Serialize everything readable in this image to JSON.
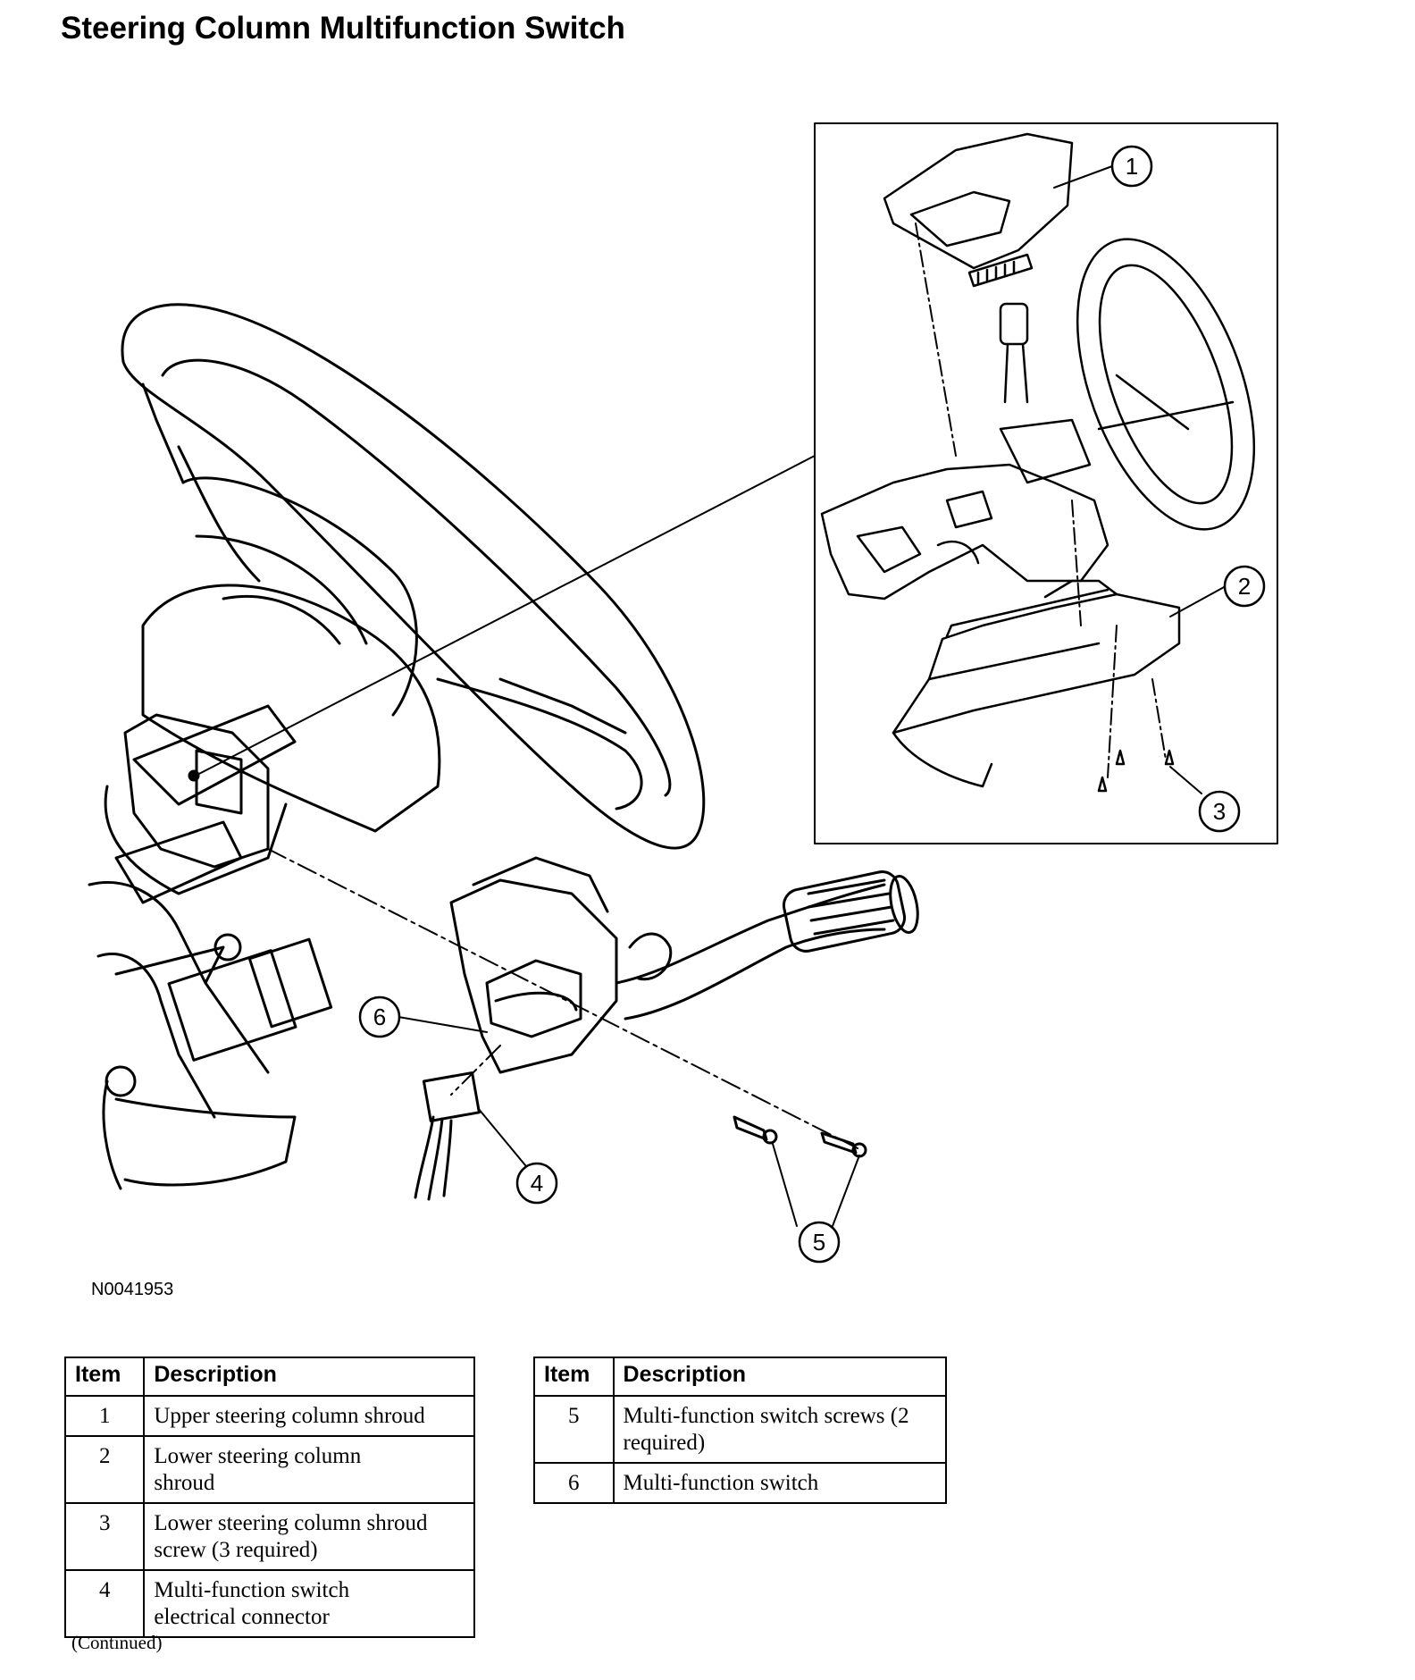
{
  "title": "Steering Column Multifunction Switch",
  "figure_id": "N0041953",
  "callouts": [
    "1",
    "2",
    "3",
    "4",
    "5",
    "6"
  ],
  "table_headers": {
    "item": "Item",
    "description": "Description"
  },
  "table_left": [
    {
      "item": "1",
      "description": "Upper steering column shroud"
    },
    {
      "item": "2",
      "description": "Lower steering column shroud"
    },
    {
      "item": "3",
      "description": "Lower steering column shroud screw (3 required)"
    },
    {
      "item": "4",
      "description": "Multi-function switch electrical connector"
    }
  ],
  "table_right": [
    {
      "item": "5",
      "description": "Multi-function switch screws (2 required)"
    },
    {
      "item": "6",
      "description": "Multi-function switch"
    }
  ],
  "footnote": "(Continued)"
}
